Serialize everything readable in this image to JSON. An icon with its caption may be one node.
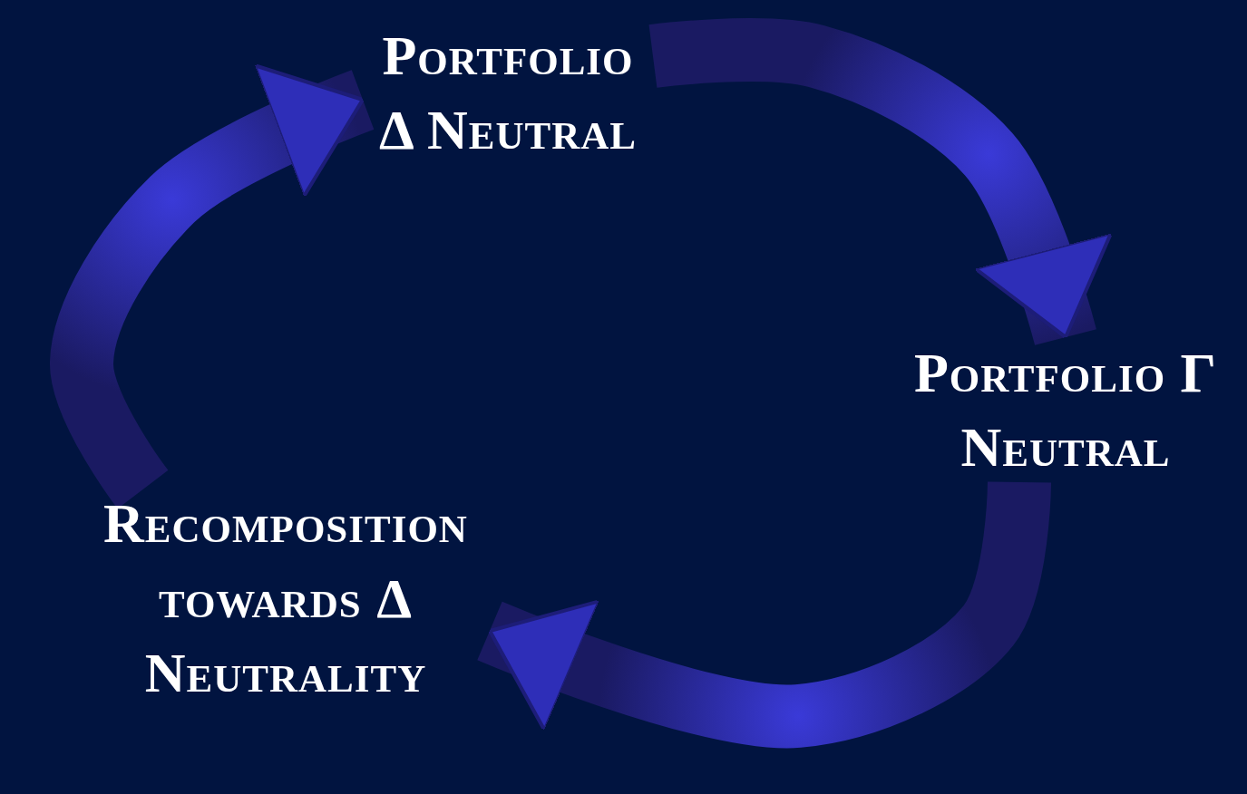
{
  "diagram": {
    "nodes": [
      {
        "text": [
          "Portfolio Δ Neutral"
        ]
      },
      {
        "text": [
          "Portfolio Γ Neutral"
        ]
      },
      {
        "text": [
          "Recomposition towards Δ Neutrality"
        ]
      }
    ],
    "edges": [
      {
        "from": 0,
        "to": 1,
        "arrow": "to"
      },
      {
        "from": 1,
        "to": 2,
        "arrow": "to"
      },
      {
        "from": 2,
        "to": 0,
        "arrow": "to"
      }
    ]
  }
}
